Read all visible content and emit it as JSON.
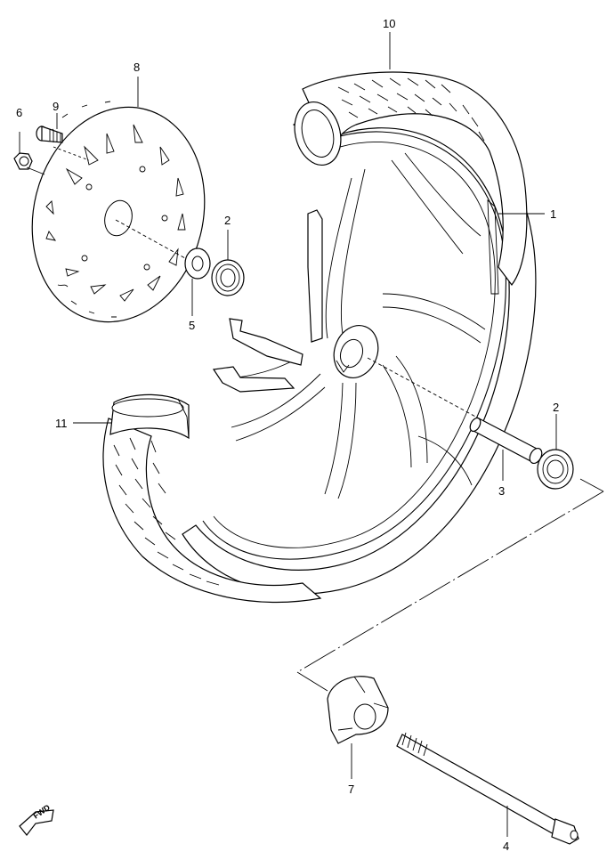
{
  "callouts": {
    "c1": "1",
    "c2a": "2",
    "c2b": "2",
    "c3": "3",
    "c4": "4",
    "c5": "5",
    "c6": "6",
    "c7": "7",
    "c8": "8",
    "c9": "9",
    "c10": "10",
    "c11": "11"
  },
  "direction_mark": "FWD"
}
